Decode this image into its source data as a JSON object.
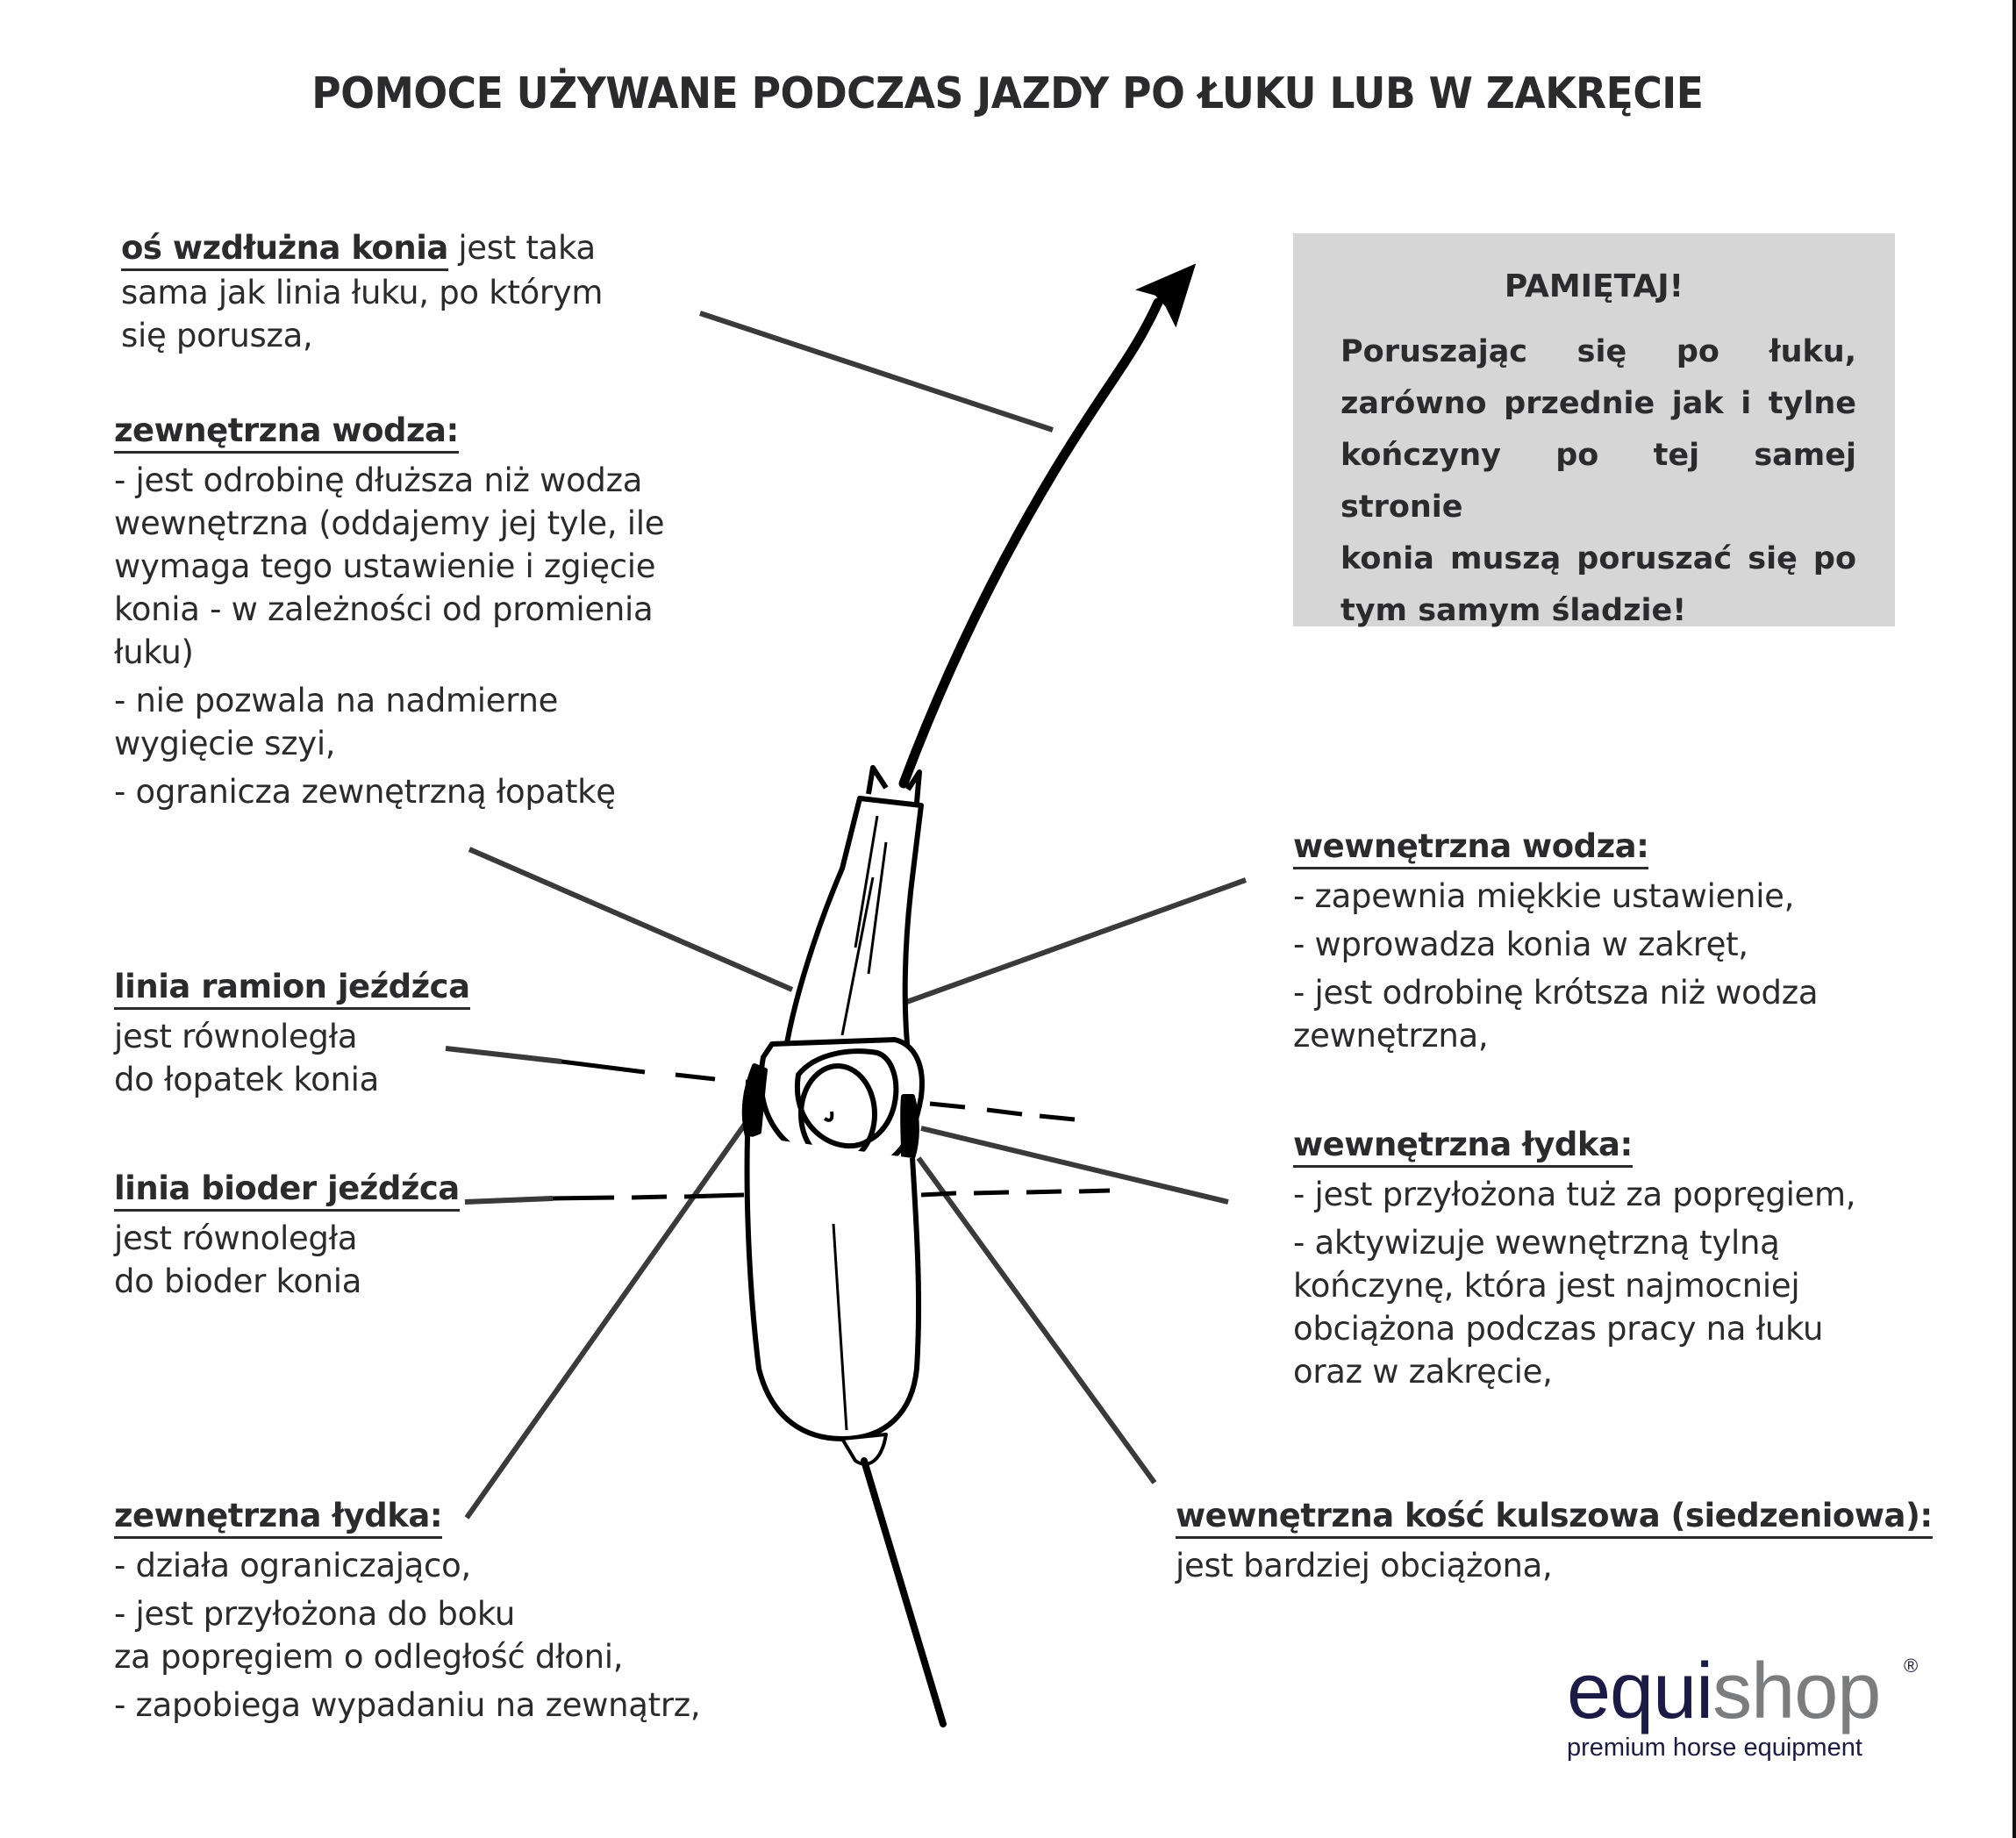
{
  "title": "POMOCE UŻYWANE PODCZAS JAZDY PO ŁUKU LUB W ZAKRĘCIE",
  "left": {
    "longitudinal_axis": {
      "heading": "oś wzdłużna konia",
      "heading_rest": " jest taka",
      "lines": [
        "sama jak linia łuku, po którym",
        "się porusza,"
      ]
    },
    "outside_rein": {
      "heading": "zewnętrzna wodza:",
      "lines": [
        "- jest odrobinę dłuższa niż wodza",
        "wewnętrzna (oddajemy jej tyle, ile",
        "wymaga tego ustawienie i zgięcie",
        "konia - w zależności od promienia",
        "łuku)",
        "- nie pozwala na nadmierne",
        "wygięcie szyi,",
        "- ogranicza zewnętrzną łopatkę"
      ]
    },
    "shoulder_line": {
      "heading": "linia ramion jeźdźca",
      "lines": [
        "jest równoległa",
        "do łopatek konia"
      ]
    },
    "hip_line": {
      "heading": "linia bioder jeźdźca",
      "lines": [
        "jest równoległa",
        "do bioder konia"
      ]
    },
    "outside_leg": {
      "heading": "zewnętrzna łydka:",
      "lines": [
        "- działa ograniczająco,",
        "- jest przyłożona do boku",
        "za popręgiem o odległość dłoni,",
        "- zapobiega wypadaniu na zewnątrz,"
      ]
    }
  },
  "right": {
    "remember_box": {
      "title": "PAMIĘTAJ!",
      "lines": [
        "Poruszając się po łuku,",
        "zarówno przednie jak i tylne",
        "kończyny po tej samej stronie",
        "konia muszą poruszać się po",
        "tym samym śladzie!"
      ],
      "background": "#d6d6d6"
    },
    "inside_rein": {
      "heading": "wewnętrzna wodza:",
      "lines": [
        "- zapewnia miękkie ustawienie,",
        "- wprowadza konia w zakręt,",
        "- jest odrobinę krótsza niż wodza",
        "zewnętrzna,"
      ]
    },
    "inside_leg": {
      "heading": "wewnętrzna łydka:",
      "lines": [
        "- jest przyłożona tuż za popręgiem,",
        "- aktywizuje wewnętrzną tylną",
        "kończynę, która jest najmocniej",
        "obciążona podczas pracy na łuku",
        "oraz w zakręcie,"
      ]
    },
    "inside_seat_bone": {
      "heading": "wewnętrzna kość kulszowa (siedzeniowa):",
      "lines": [
        "jest bardziej obciążona,"
      ]
    }
  },
  "logo": {
    "part1": "equi",
    "part2": "shop",
    "registered": "®",
    "tagline": "premium horse equipment",
    "colors": {
      "primary": "#1c1b45",
      "secondary": "#7b7c7e"
    }
  },
  "colors": {
    "text": "#2b2b2e",
    "leader_lines": "#3a3a3a",
    "drawing": "#000000"
  }
}
